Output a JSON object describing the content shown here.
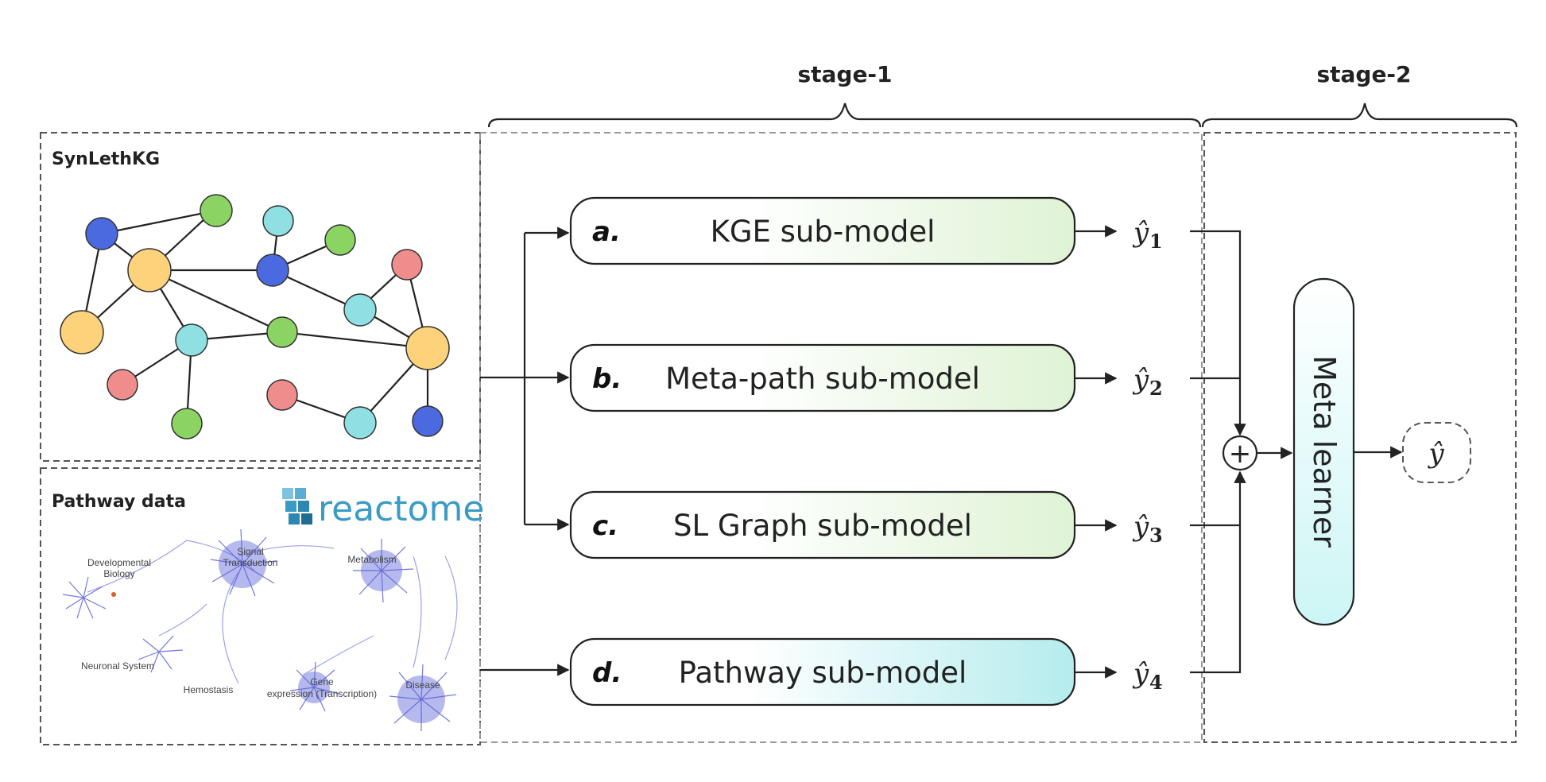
{
  "stages": {
    "stage1": "stage-1",
    "stage2": "stage-2"
  },
  "panels": {
    "kg_title": "SynLethKG",
    "pathway_title": "Pathway data",
    "brand": "reactome"
  },
  "pathway_map_labels": [
    "Developmental",
    "Biology",
    "Signal",
    "Transduction",
    "Metabolism",
    "Neuronal System",
    "Hemostasis",
    "Gene",
    "expression (Transcription)",
    "Disease"
  ],
  "modules": [
    {
      "letter": "a.",
      "label": "KGE sub-model",
      "output": "1"
    },
    {
      "letter": "b.",
      "label": "Meta-path sub-model",
      "output": "2"
    },
    {
      "letter": "c.",
      "label": "SL Graph sub-model",
      "output": "3"
    },
    {
      "letter": "d.",
      "label": "Pathway sub-model",
      "output": "4"
    }
  ],
  "yhat_symbol": "ŷ",
  "sum_symbol": "+",
  "meta_learner": "Meta learner",
  "final_output": "ŷ",
  "colors": {
    "node_yellow": "#fdd27a",
    "node_blue": "#4c6ae0",
    "node_cyan": "#8ee0e3",
    "node_green": "#8bd463",
    "node_pink": "#ef8d8d",
    "module_green": "#dff3d5",
    "module_cyan": "#b5ecee",
    "meta_learner": "#cdf5f5"
  }
}
